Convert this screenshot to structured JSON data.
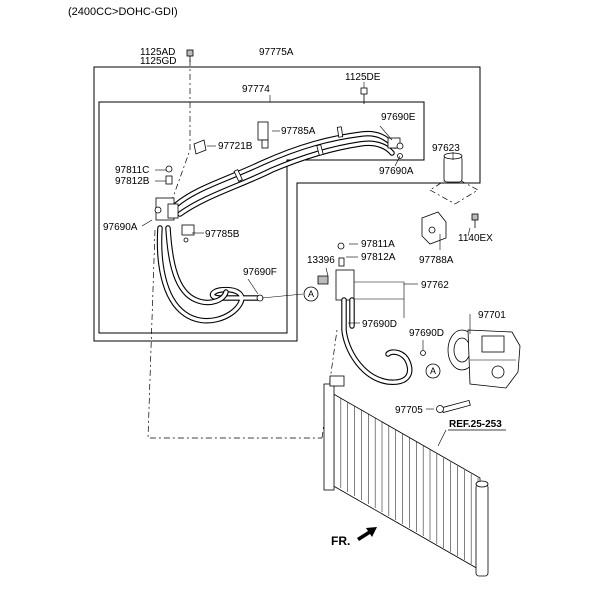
{
  "header": {
    "engine_label": "(2400CC>DOHC-GDI)"
  },
  "callouts": [
    {
      "id": "p1125ad",
      "text": "1125AD"
    },
    {
      "id": "p1125gd",
      "text": "1125GD"
    },
    {
      "id": "p97775a",
      "text": "97775A"
    },
    {
      "id": "p97774",
      "text": "97774"
    },
    {
      "id": "p1125de",
      "text": "1125DE"
    },
    {
      "id": "p97785a",
      "text": "97785A"
    },
    {
      "id": "p97690e",
      "text": "97690E"
    },
    {
      "id": "p97721b",
      "text": "97721B"
    },
    {
      "id": "p97623",
      "text": "97623"
    },
    {
      "id": "p97811c",
      "text": "97811C"
    },
    {
      "id": "p97812b",
      "text": "97812B"
    },
    {
      "id": "p97690a_right",
      "text": "97690A"
    },
    {
      "id": "p97690a_left",
      "text": "97690A"
    },
    {
      "id": "p97785b",
      "text": "97785B"
    },
    {
      "id": "p1140ex",
      "text": "1140EX"
    },
    {
      "id": "p97811a",
      "text": "97811A"
    },
    {
      "id": "p13396",
      "text": "13396"
    },
    {
      "id": "p97812a",
      "text": "97812A"
    },
    {
      "id": "p97788a",
      "text": "97788A"
    },
    {
      "id": "p97690f",
      "text": "97690F"
    },
    {
      "id": "p97762",
      "text": "97762"
    },
    {
      "id": "p97701",
      "text": "97701"
    },
    {
      "id": "p97690d_left",
      "text": "97690D"
    },
    {
      "id": "p97690d_right",
      "text": "97690D"
    },
    {
      "id": "p97705",
      "text": "97705"
    }
  ],
  "markers": {
    "joint_a": "A"
  },
  "reference": {
    "label": "REF.25-253"
  },
  "front_indicator": {
    "label": "FR."
  }
}
